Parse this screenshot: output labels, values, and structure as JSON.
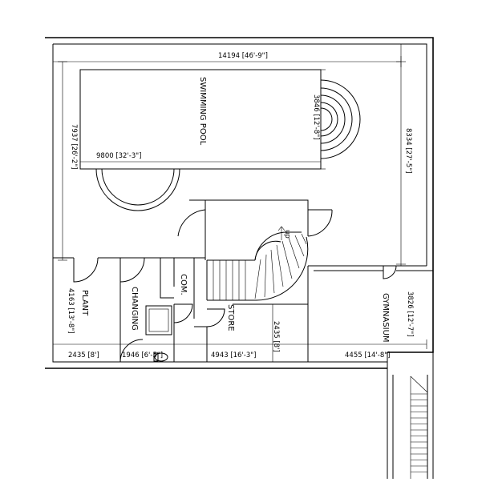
{
  "rooms": {
    "swimming_pool": "SWIMMING POOL",
    "plant": "PLANT",
    "changing": "CHANGING",
    "com": "COM.",
    "store": "STORE",
    "gymnasium": "GYMNASIUM"
  },
  "stair_label": "up",
  "dimensions": {
    "overall_width": "14194 [46'-9\"]",
    "pool_width": "3846 [12'-8\"]",
    "pool_length": "9800 [32'-3\"]",
    "left_depth": "7937 [26'-2\"]",
    "right_depth": "8334 [27'-5\"]",
    "plant_depth": "4163 [13'-8\"]",
    "plant_width": "2435 [8']",
    "changing_width": "1946 [6'-5\"]",
    "store_width": "4943 [16'-3\"]",
    "store_depth": "2435 [8']",
    "gym_width": "4455 [14'-8\"]",
    "gym_depth": "3826 [12'-7\"]"
  }
}
